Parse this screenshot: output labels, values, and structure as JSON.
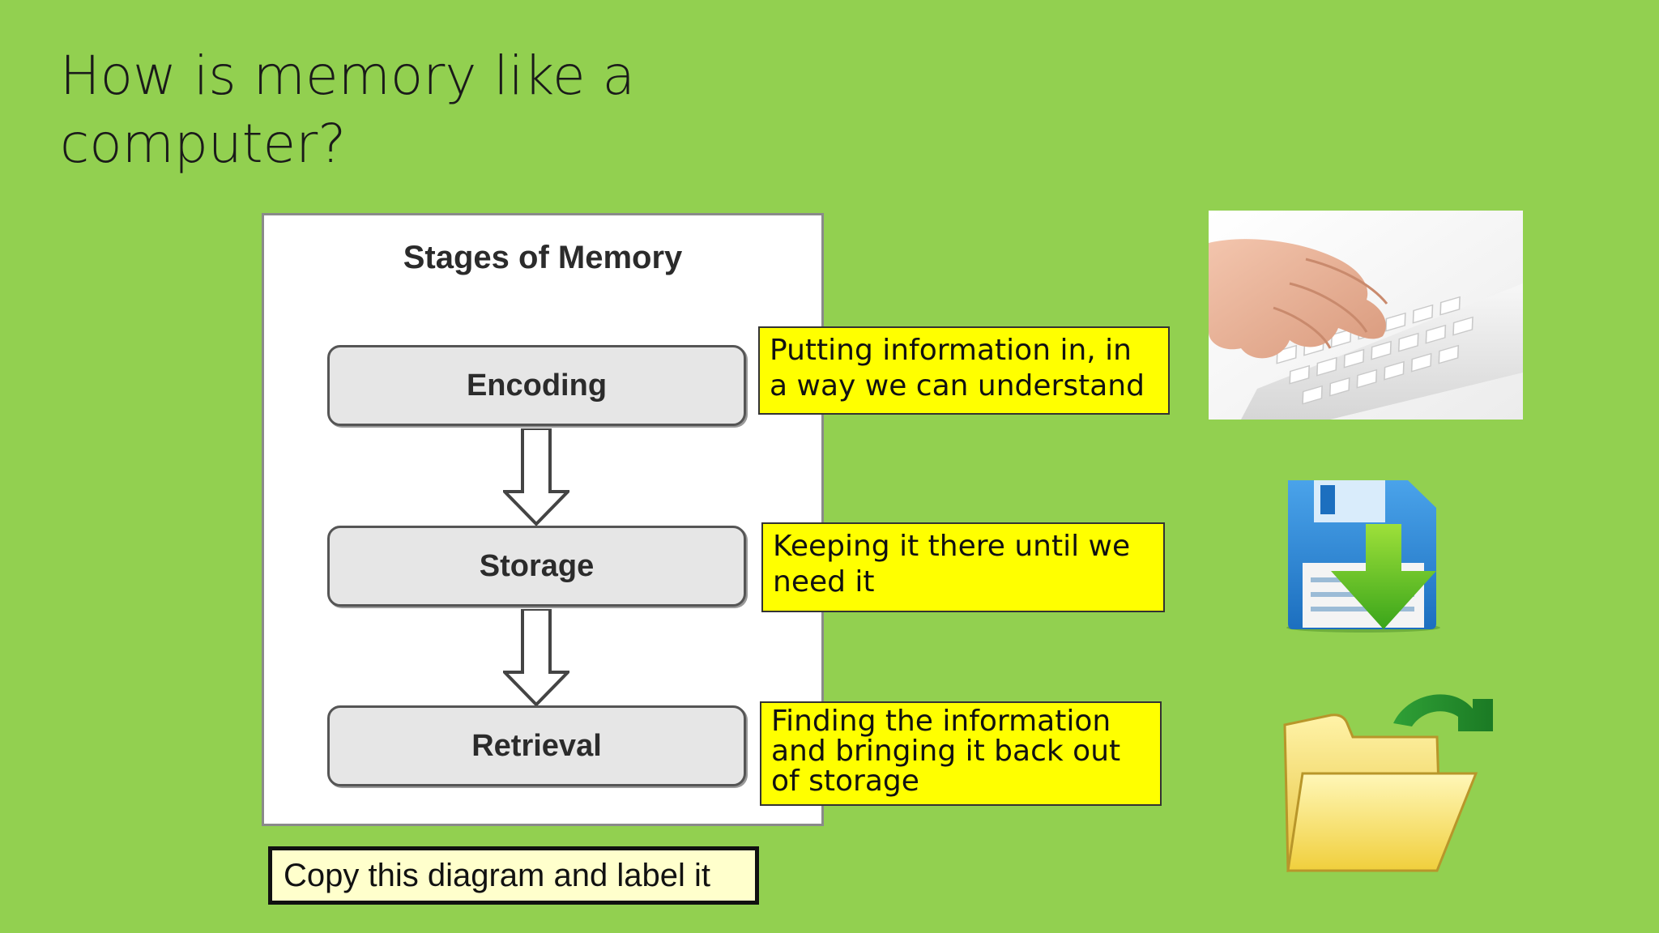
{
  "slide": {
    "title": "How is memory like a computer?",
    "background_color": "#92d050"
  },
  "diagram": {
    "title": "Stages of Memory",
    "stages": [
      "Encoding",
      "Storage",
      "Retrieval"
    ]
  },
  "labels": [
    "Putting information in, in a way we can understand",
    "Keeping it there until we need it",
    "Finding the information and bringing it back out of storage"
  ],
  "instruction": "Copy this diagram and label it",
  "images": {
    "keyboard": "keyboard-typing-photo",
    "save": "floppy-disk-save-icon",
    "folder": "open-folder-icon"
  },
  "colors": {
    "label_fill": "#ffff00",
    "instruction_fill": "#ffffcc",
    "stage_fill": "#e6e6e6"
  }
}
